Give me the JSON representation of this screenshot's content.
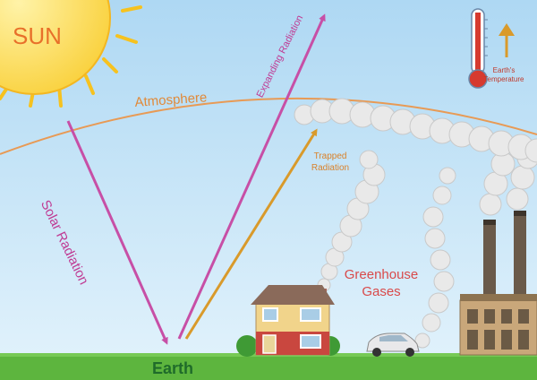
{
  "labels": {
    "sun": "SUN",
    "atmosphere": "Atmosphere",
    "solar_radiation": "Solar Radiation",
    "expanding_radiation": "Expanding Radiation",
    "trapped_radiation": "Trapped Radiation",
    "greenhouse_gases": "Greenhouse Gases",
    "earth": "Earth",
    "earths_temperature": "Earth's Temperature"
  },
  "colors": {
    "sky": "#cfe8f8",
    "sun": "#fcd94a",
    "sun_rays": "#f6c21f",
    "atmosphere_line": "#e89a55",
    "solar_arrow": "#c74fa6",
    "trapped_arrow": "#d99a2b",
    "grass": "#5db53e",
    "smoke": "#e6e6e6",
    "house_wall": "#f1d48b",
    "house_brick": "#c9473f",
    "roof": "#8a6a5a",
    "factory": "#c9a77a",
    "thermometer_red": "#d63a2f"
  }
}
